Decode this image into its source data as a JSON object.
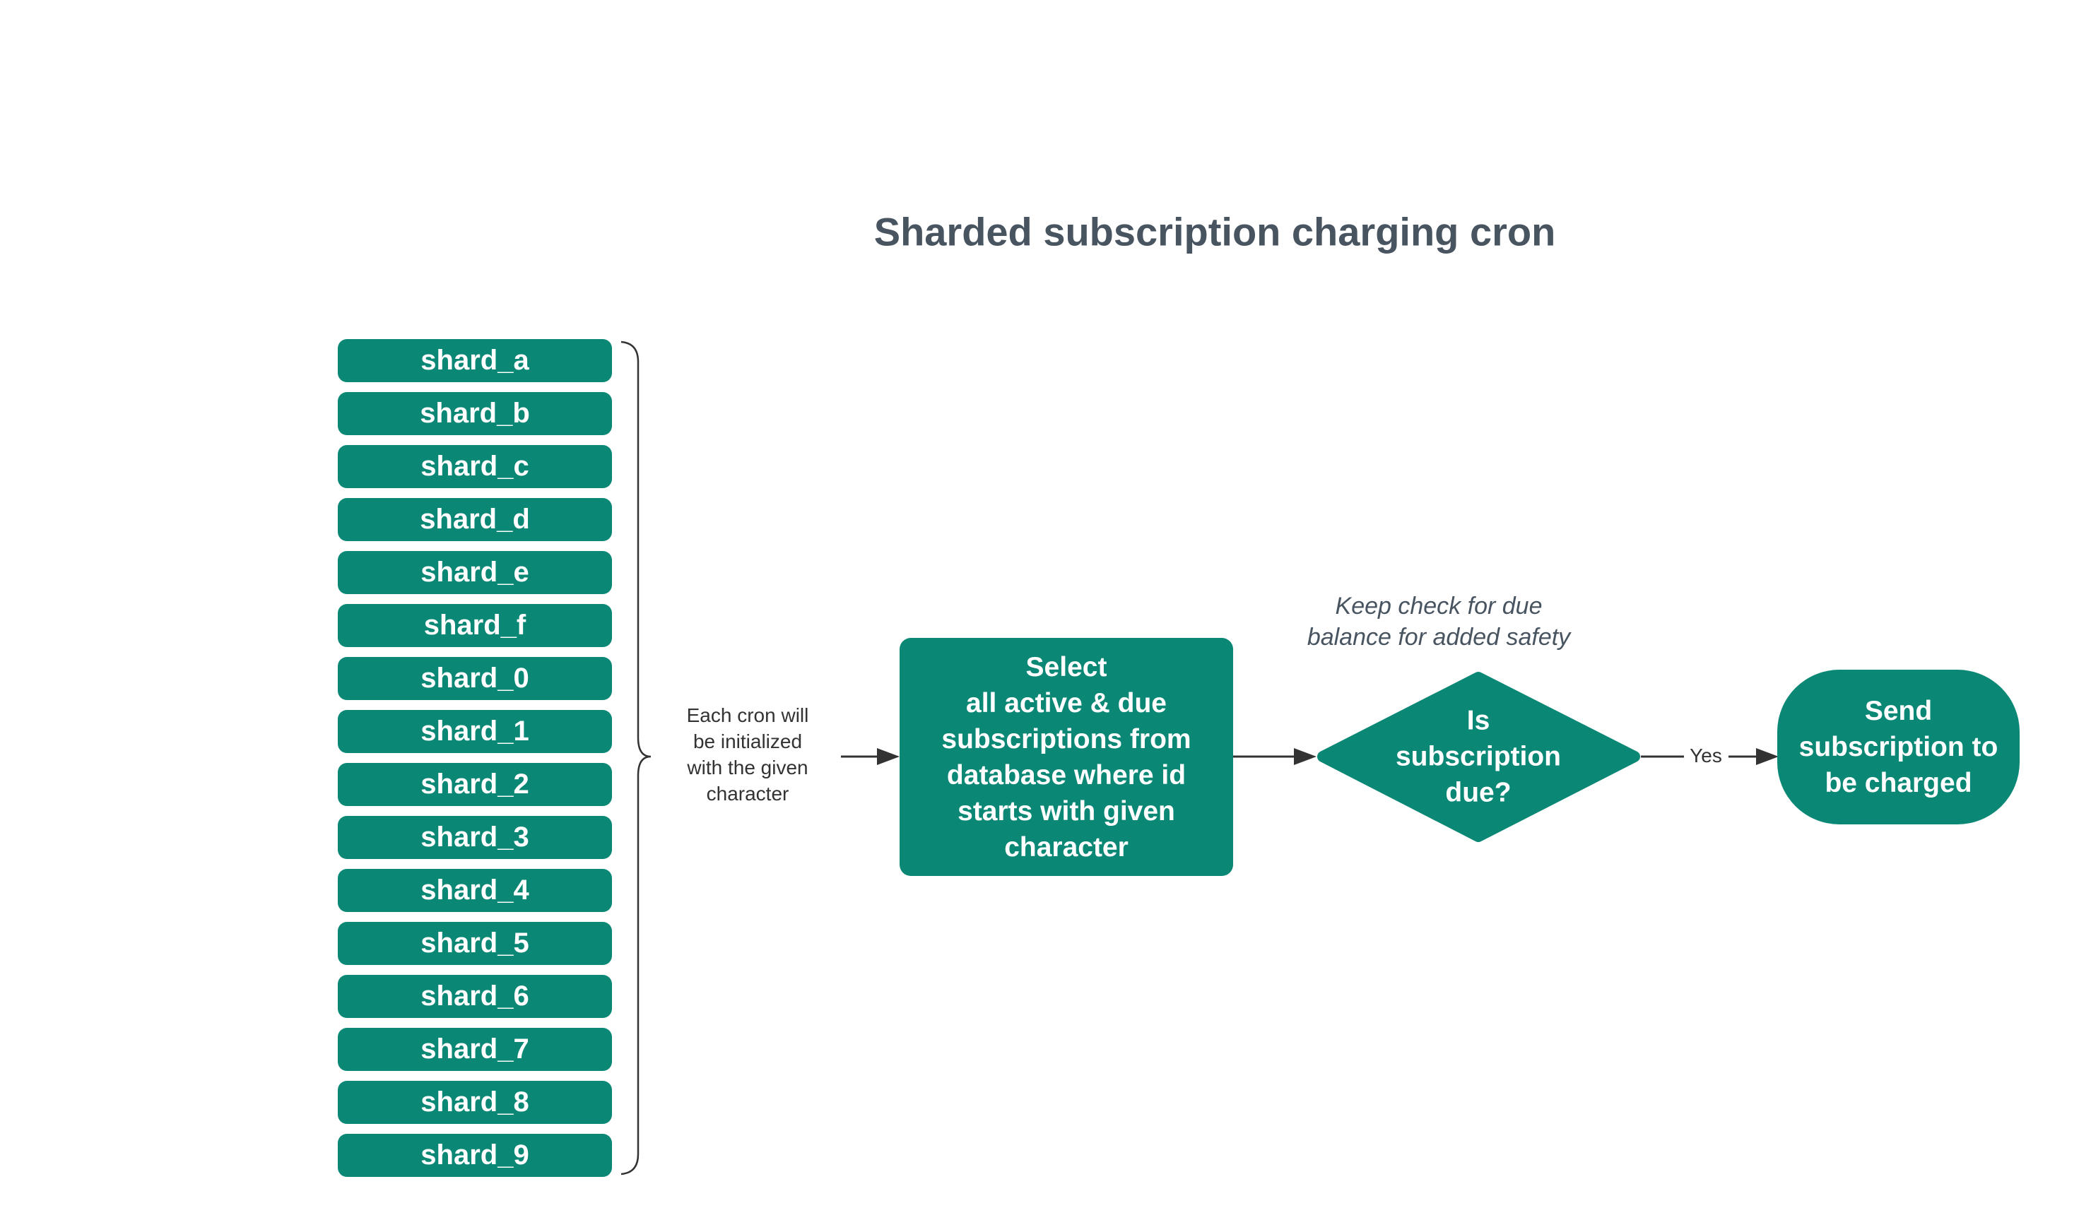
{
  "title": "Sharded subscription charging cron",
  "colors": {
    "teal": "#0A8875",
    "slate": "#485561",
    "ink": "#333333"
  },
  "shards": {
    "items": [
      "shard_a",
      "shard_b",
      "shard_c",
      "shard_d",
      "shard_e",
      "shard_f",
      "shard_0",
      "shard_1",
      "shard_2",
      "shard_3",
      "shard_4",
      "shard_5",
      "shard_6",
      "shard_7",
      "shard_8",
      "shard_9"
    ]
  },
  "annotations": {
    "cron_note": "Each cron will\nbe initialized\nwith the given\ncharacter",
    "safety_note": "Keep check for due\nbalance for added safety",
    "yes_label": "Yes"
  },
  "nodes": {
    "select_process": "Select\nall active & due\nsubscriptions from\ndatabase where id\nstarts with given\ncharacter",
    "decision": "Is\nsubscription\ndue?",
    "terminal": "Send\nsubscription to\nbe charged"
  }
}
